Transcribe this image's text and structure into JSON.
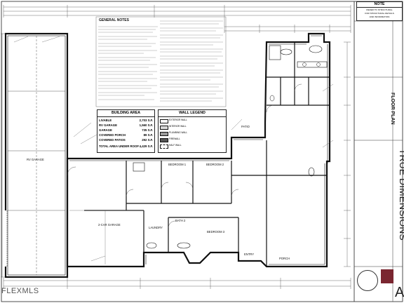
{
  "general_notes": {
    "title": "GENERAL NOTES"
  },
  "building_area": {
    "title": "BUILDING AREA",
    "rows": [
      {
        "label": "LIVABLE",
        "value": "2,703 S.F."
      },
      {
        "label": "RV GARAGE",
        "value": "1,560 S.F."
      },
      {
        "label": "GARAGE",
        "value": "735 S.F."
      },
      {
        "label": "COVERED PORCH",
        "value": "89 S.F."
      },
      {
        "label": "COVERED PATIOS",
        "value": "292 S.F."
      },
      {
        "label": "TOTAL AREA UNDER ROOF",
        "value": "4,429 S.F."
      }
    ]
  },
  "wall_legend": {
    "title": "WALL LEGEND",
    "items": [
      {
        "label": "EXTERIOR WALL",
        "fill": "#ffffff"
      },
      {
        "label": "INTERIOR WALL",
        "fill": "#d9d9d9"
      },
      {
        "label": "PLUMBING WALL",
        "fill": "#9a9a9a"
      },
      {
        "label": "FIREWALL",
        "fill": "#555555"
      },
      {
        "label": "HALF WALL",
        "fill": "#ffffff"
      }
    ]
  },
  "note": {
    "title": "NOTE",
    "lines": [
      "REFER TO STRUCTURAL",
      "FOR STRUCTURAL DETAILS",
      "AND INFORMATION"
    ]
  },
  "rooms": {
    "rv_garage": "RV GARAGE",
    "garage": "2-CAR GARAGE",
    "bedroom_1": "BEDROOM 1",
    "bedroom_2": "BEDROOM 2",
    "bedroom_3": "BEDROOM 3",
    "bath_2": "BATH 2",
    "laundry": "LAUNDRY",
    "patio": "PATIO",
    "entry": "ENTRY",
    "porch": "PORCH"
  },
  "sheet": {
    "floor_plan_label": "FLOOR PLAN",
    "true_dimensions": "TRUE DIMENSIONS",
    "sheet_letter": "A"
  },
  "watermark": "FLEXMLS",
  "colors": {
    "line": "#1a1a1a",
    "logo": "#7a2630"
  }
}
